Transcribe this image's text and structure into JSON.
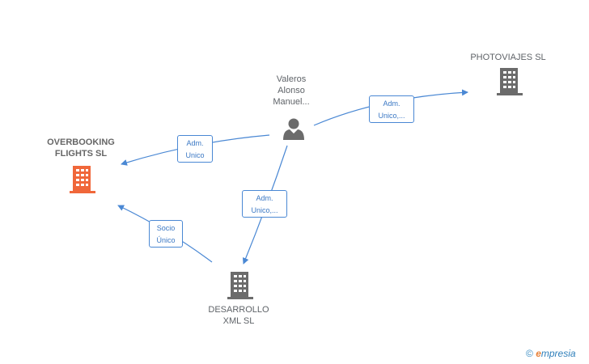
{
  "nodes": {
    "person": {
      "name": "Valeros\nAlonso\nManuel...",
      "type": "person"
    },
    "photoviajes": {
      "name": "PHOTOVIAJES SL",
      "type": "company"
    },
    "overbooking": {
      "name": "OVERBOOKING\nFLIGHTS  SL",
      "type": "company",
      "focus": true
    },
    "desarrollo": {
      "name": "DESARROLLO\nXML  SL",
      "type": "company"
    }
  },
  "edges": {
    "person_to_photoviajes": {
      "label": "Adm.\nUnico,..."
    },
    "person_to_overbooking": {
      "label": "Adm.\nUnico"
    },
    "person_to_desarrollo": {
      "label": "Adm.\nUnico,..."
    },
    "desarrollo_to_overbooking": {
      "label": "Socio\nÚnico"
    }
  },
  "watermark": {
    "copyright": "©",
    "brand_initial": "e",
    "brand_rest": "mpresia"
  },
  "colors": {
    "edge": "#4a88d4",
    "company": "#6b6b6b",
    "focus_company": "#f0673a",
    "person": "#6b6b6b"
  }
}
